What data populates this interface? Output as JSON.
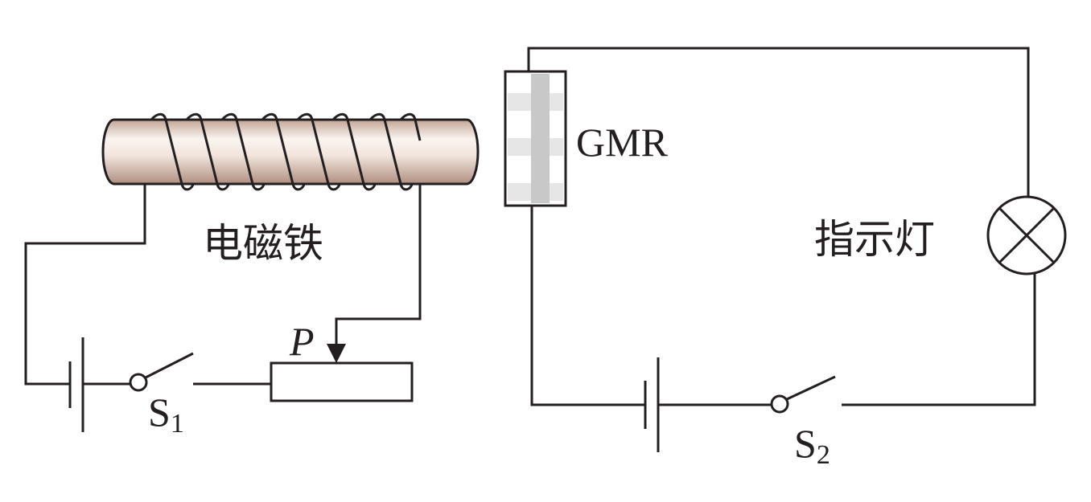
{
  "labels": {
    "electromagnet": "电磁铁",
    "gmr": "GMR",
    "indicator": "指示灯",
    "slider": "P",
    "switch1_letter": "S",
    "switch1_sub": "1",
    "switch2_letter": "S",
    "switch2_sub": "2"
  },
  "colors": {
    "stroke": "#231f20",
    "core_light": "#f7eee8",
    "core_dark": "#b8998a",
    "gmr_stripe": "#c8c8c8",
    "gmr_band": "#e6e6e6"
  },
  "icons": {
    "lamp": "lamp-x-icon",
    "battery": "battery-icon",
    "switch": "open-switch-icon",
    "rheostat": "rheostat-icon"
  }
}
